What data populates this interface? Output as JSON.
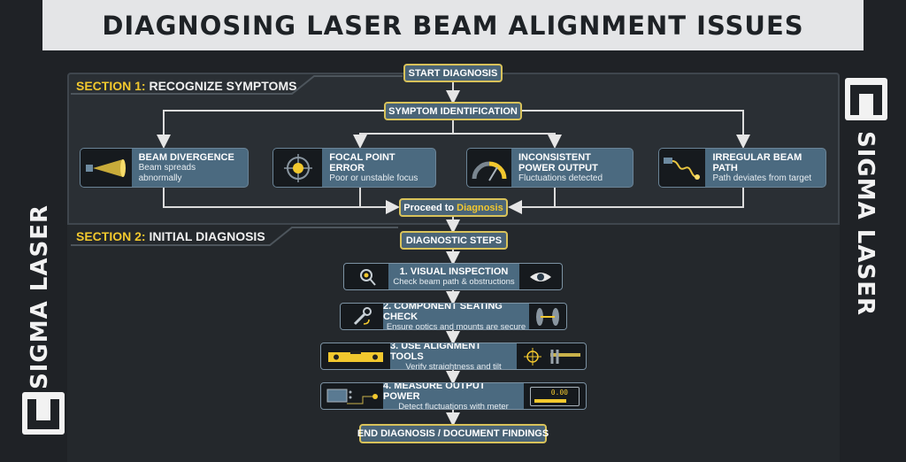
{
  "title": "DIAGNOSING LASER BEAM ALIGNMENT ISSUES",
  "brand": "SIGMA LASER",
  "section1": {
    "prefix": "SECTION 1:",
    "label": "RECOGNIZE SYMPTOMS"
  },
  "section2": {
    "prefix": "SECTION 2:",
    "label": "INITIAL DIAGNOSIS"
  },
  "nodes": {
    "start": "START DIAGNOSIS",
    "symptom": "SYMPTOM IDENTIFICATION",
    "proceed_prefix": "Proceed to",
    "proceed_highlight": "Diagnosis",
    "steps": "DIAGNOSTIC STEPS",
    "end": "END DIAGNOSIS / DOCUMENT FINDINGS"
  },
  "symptoms": [
    {
      "title": "BEAM DIVERGENCE",
      "desc": "Beam spreads abnormally",
      "icon": "beam-cone-icon"
    },
    {
      "title": "FOCAL POINT ERROR",
      "desc": "Poor or unstable focus",
      "icon": "crosshair-icon"
    },
    {
      "title": "INCONSISTENT POWER OUTPUT",
      "desc": "Fluctuations detected",
      "icon": "gauge-icon"
    },
    {
      "title": "IRREGULAR BEAM PATH",
      "desc": "Path deviates from target",
      "icon": "wavy-beam-icon"
    }
  ],
  "steps": [
    {
      "title": "1. VISUAL INSPECTION",
      "desc": "Check beam path & obstructions",
      "icons": [
        "magnifier-icon",
        "eye-icon"
      ]
    },
    {
      "title": "2. COMPONENT SEATING CHECK",
      "desc": "Ensure optics and mounts are secure",
      "icons": [
        "wrench-icon",
        "optic-mount-icon"
      ]
    },
    {
      "title": "3. USE ALIGNMENT TOOLS",
      "desc": "Verify straightness and tilt",
      "icons": [
        "spirit-level-icon",
        "caliper-icon"
      ]
    },
    {
      "title": "4. MEASURE OUTPUT POWER",
      "desc": "Detect fluctuations with meter",
      "icons": [
        "monitor-icon",
        "power-meter-icon"
      ],
      "meter_reading": "0.00"
    }
  ],
  "colors": {
    "accent": "#f2c82e",
    "node": "#4a6477",
    "panel": "#2a2f34",
    "background": "#1f2226"
  }
}
